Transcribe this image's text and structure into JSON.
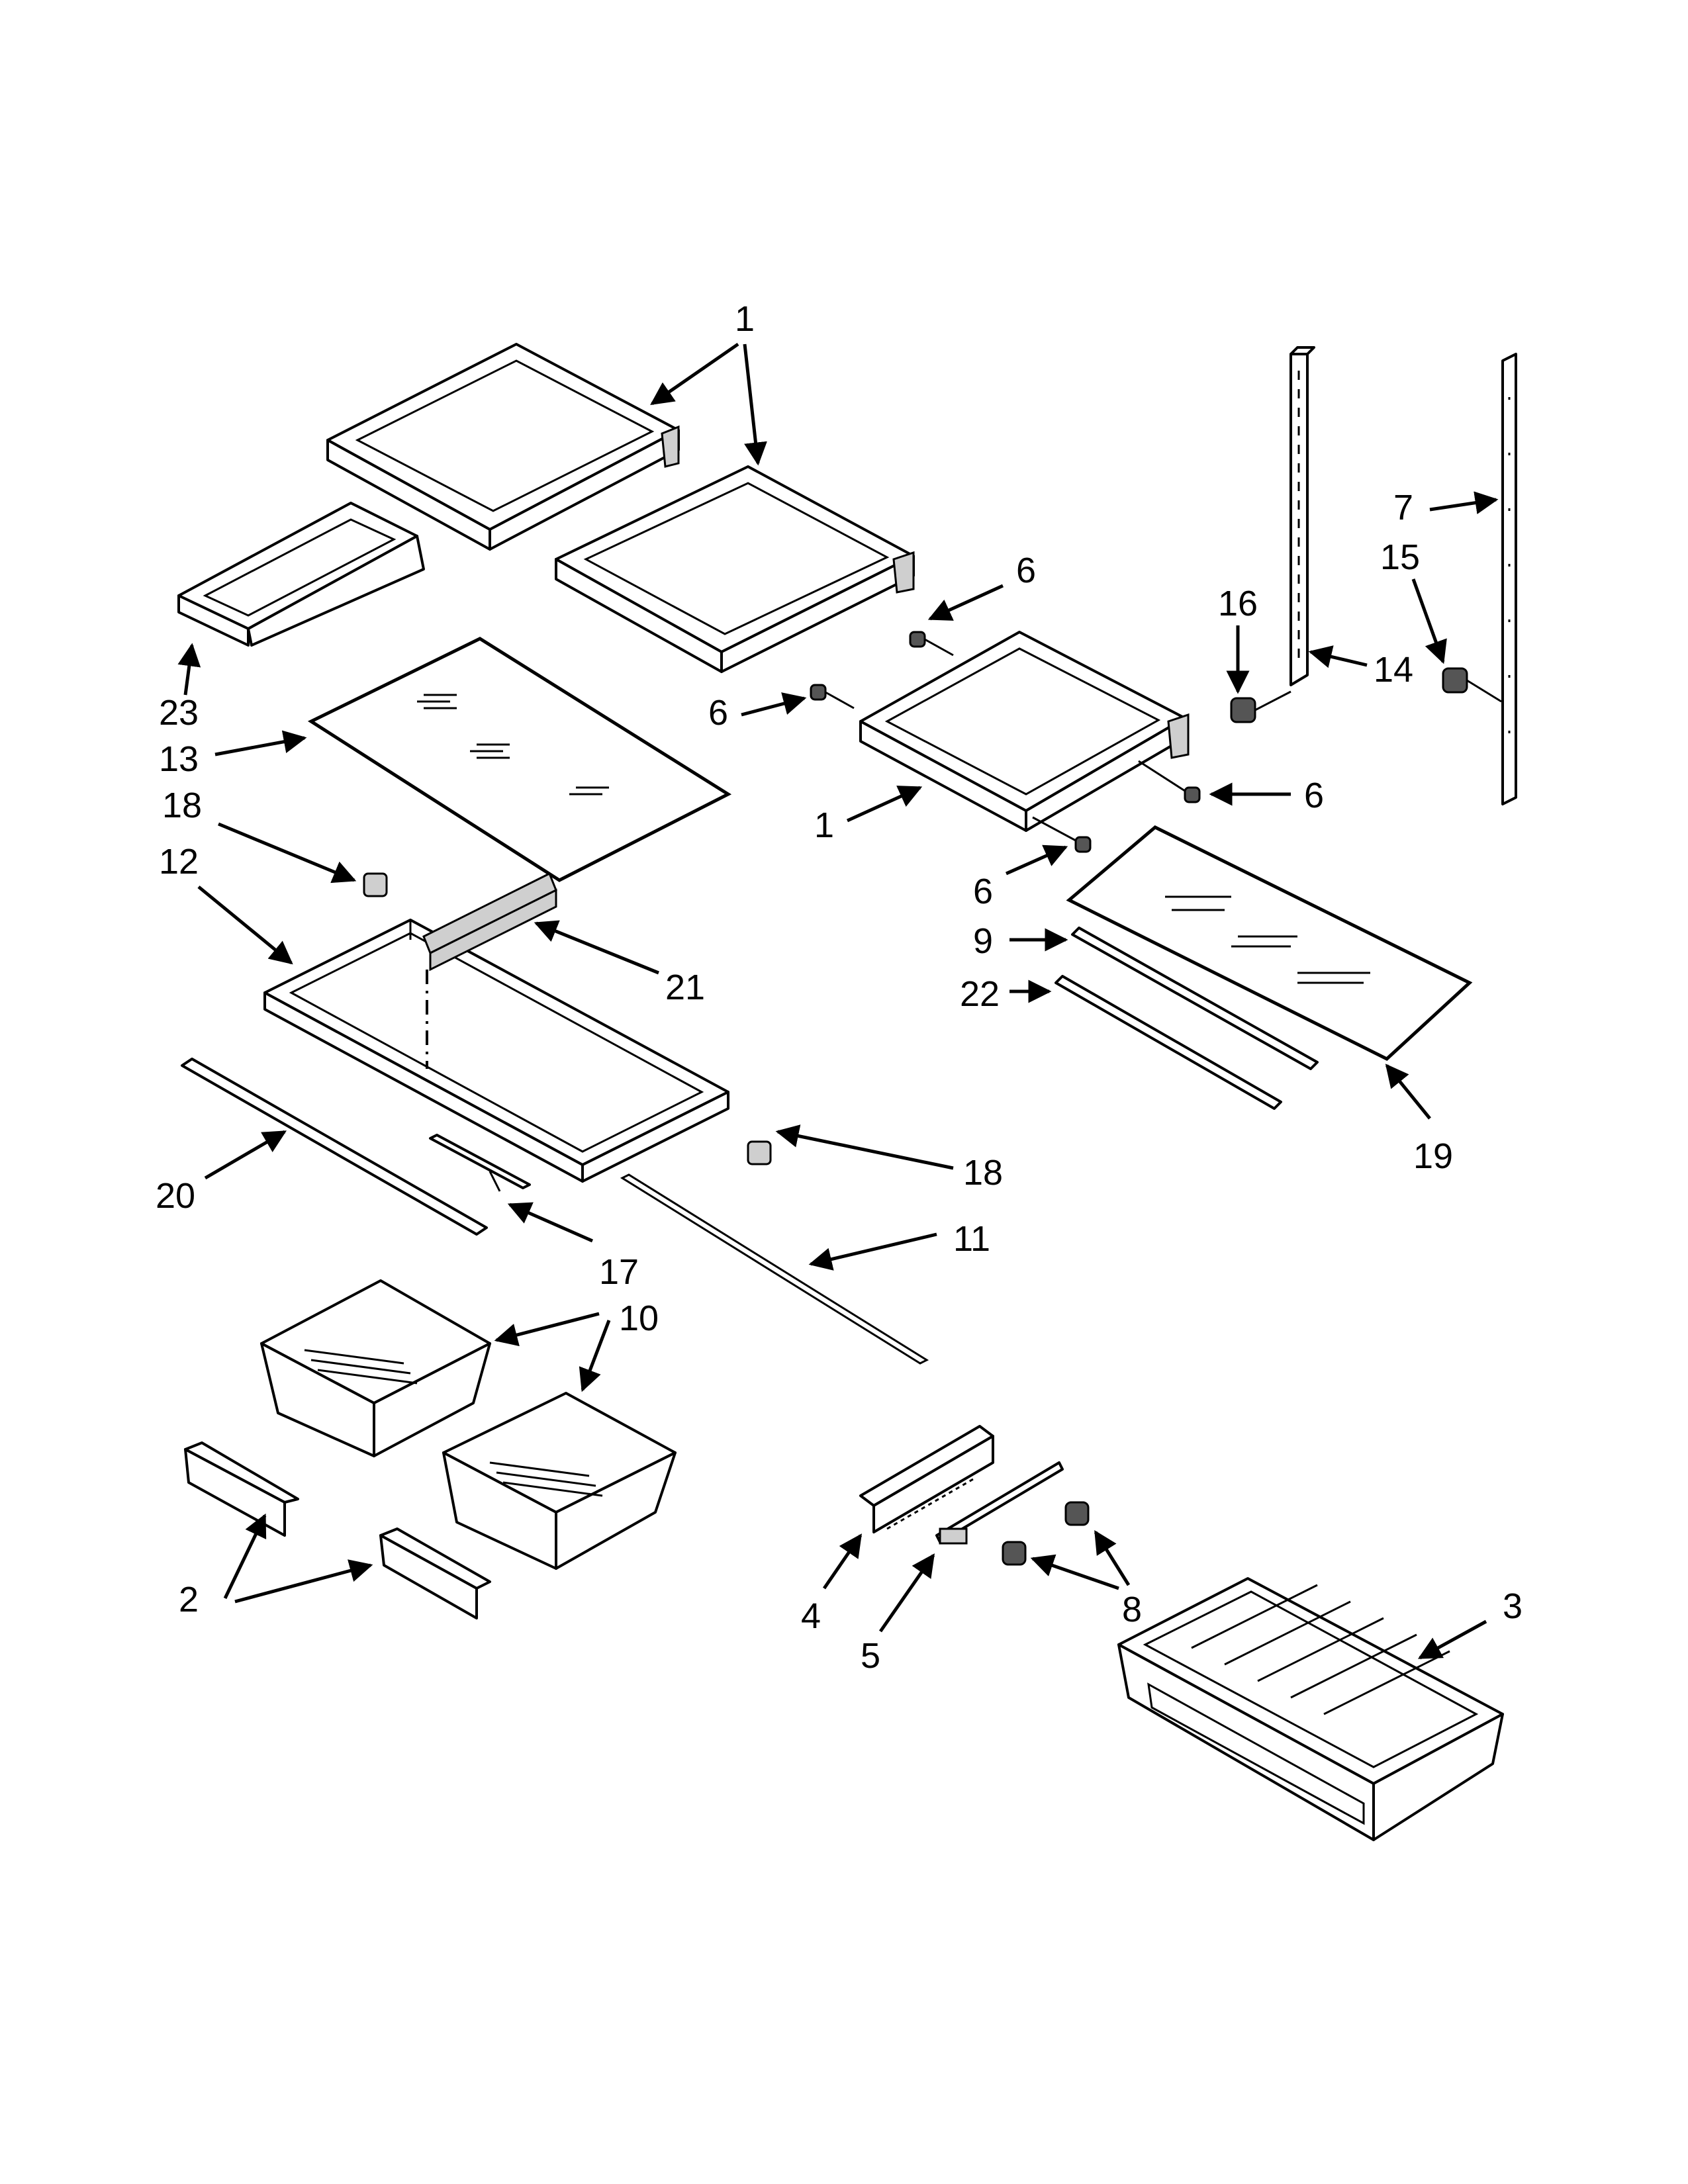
{
  "callouts": {
    "c1a": "1",
    "c1b": "1",
    "c2": "2",
    "c3": "3",
    "c4": "4",
    "c5": "5",
    "c6a": "6",
    "c6b": "6",
    "c6c": "6",
    "c6d": "6",
    "c7": "7",
    "c8": "8",
    "c9": "9",
    "c10": "10",
    "c11": "11",
    "c12": "12",
    "c13": "13",
    "c14": "14",
    "c15": "15",
    "c16": "16",
    "c17": "17",
    "c18a": "18",
    "c18b": "18",
    "c19": "19",
    "c20": "20",
    "c21": "21",
    "c22": "22",
    "c23": "23"
  }
}
